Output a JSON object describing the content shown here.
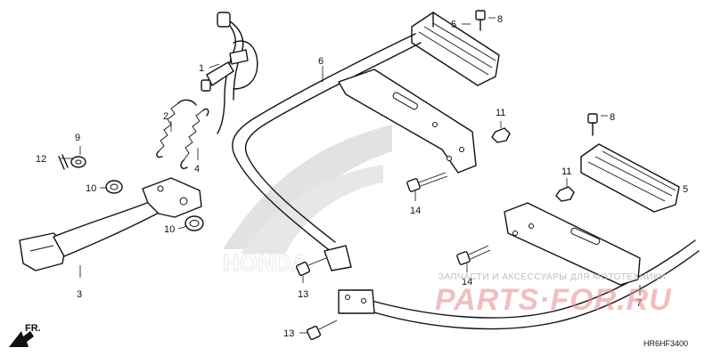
{
  "diagram": {
    "code": "HR6HF3400",
    "direction_label": "FR.",
    "callouts": [
      {
        "id": "c1",
        "text": "1"
      },
      {
        "id": "c2",
        "text": "2"
      },
      {
        "id": "c3",
        "text": "3"
      },
      {
        "id": "c4",
        "text": "4"
      },
      {
        "id": "c5a",
        "text": "5"
      },
      {
        "id": "c5b",
        "text": "5"
      },
      {
        "id": "c6",
        "text": "6"
      },
      {
        "id": "c7",
        "text": "7"
      },
      {
        "id": "c8a",
        "text": "8"
      },
      {
        "id": "c8b",
        "text": "8"
      },
      {
        "id": "c9",
        "text": "9"
      },
      {
        "id": "c10a",
        "text": "10"
      },
      {
        "id": "c10b",
        "text": "10"
      },
      {
        "id": "c11a",
        "text": "11"
      },
      {
        "id": "c11b",
        "text": "11"
      },
      {
        "id": "c12",
        "text": "12"
      },
      {
        "id": "c13a",
        "text": "13"
      },
      {
        "id": "c13b",
        "text": "13"
      },
      {
        "id": "c14a",
        "text": "14"
      },
      {
        "id": "c14b",
        "text": "14"
      }
    ],
    "watermark": {
      "caption": "ЗАПЧАСТИ И АКСЕССУАРЫ ДЛЯ МОТОТЕХНИКИ",
      "logo": "PARTS·FOR.RU",
      "brand": "HONDA"
    }
  }
}
